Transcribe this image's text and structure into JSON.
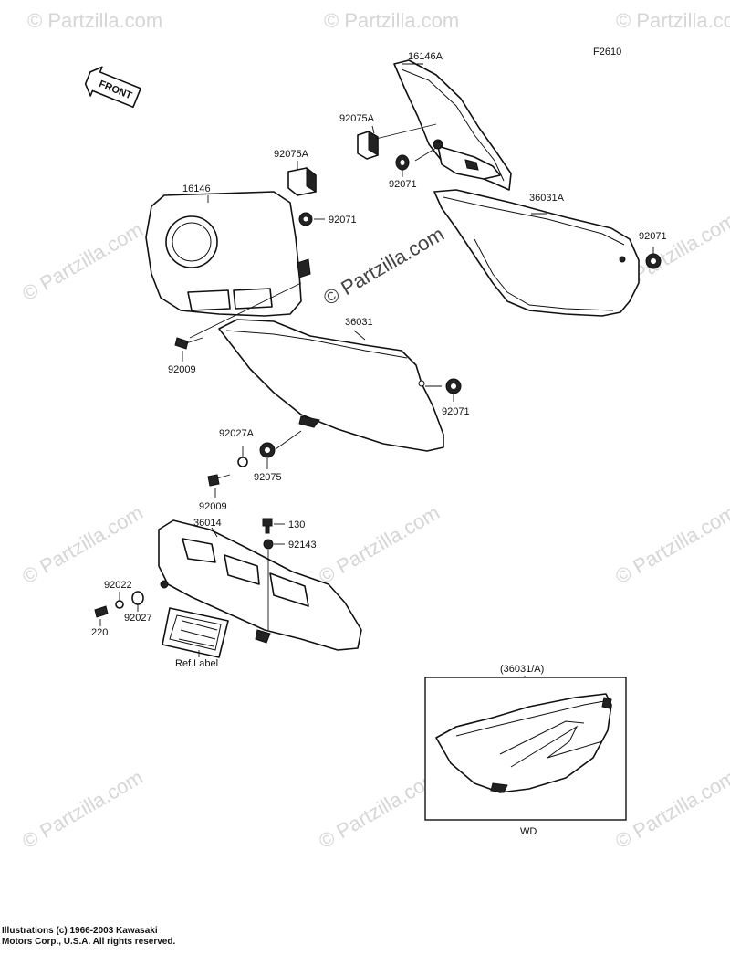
{
  "figure_code": "F2610",
  "front_arrow_label": "FRONT",
  "watermark": "© Partzilla.com",
  "callouts": {
    "p16146A": "16146A",
    "p92075A_top": "92075A",
    "p92071_a": "92071",
    "p36031A": "36031A",
    "p92071_b": "92071",
    "p92075A_left": "92075A",
    "p16146": "16146",
    "p92071_c": "92071",
    "p36031": "36031",
    "p92009_a": "92009",
    "p92071_d": "92071",
    "p92027A": "92027A",
    "p92075": "92075",
    "p92009_b": "92009",
    "p36014": "36014",
    "p130": "130",
    "p92143": "92143",
    "p92022": "92022",
    "p92027": "92027",
    "p220": "220",
    "ref_label": "Ref.Label"
  },
  "inset": {
    "title": "(36031/A)",
    "caption": "WD"
  },
  "copyright": {
    "line1": "Illustrations (c) 1966-2003 Kawasaki",
    "line2": "Motors Corp., U.S.A.  All rights reserved."
  }
}
